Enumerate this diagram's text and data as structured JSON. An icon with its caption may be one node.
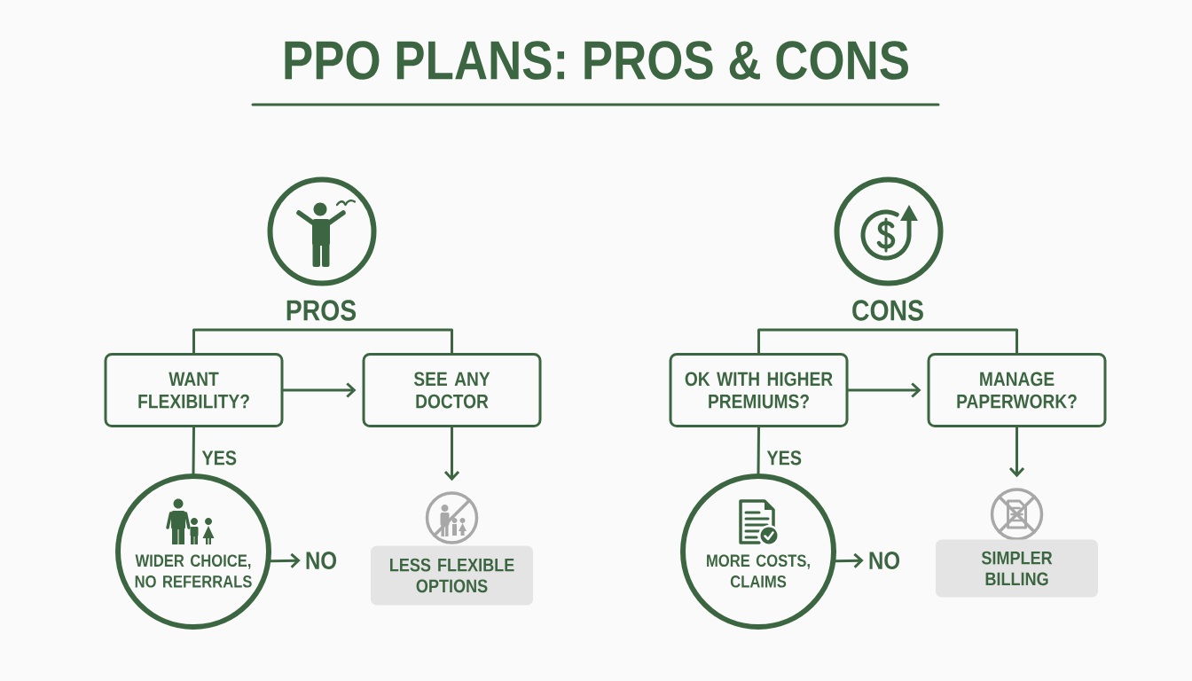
{
  "diagram": {
    "title": "PPO PLANS: PROS & CONS",
    "nodes": [
      {
        "text": [
          "PROS"
        ]
      },
      {
        "text": [
          "WANT FLEXIBILITY?"
        ]
      },
      {
        "text": [
          "SEE ANY DOCTOR"
        ]
      },
      {
        "text": [
          "WIDER CHOICE, NO REFERRALS"
        ]
      },
      {
        "text": [
          "NO"
        ]
      },
      {
        "text": [],
        "shape": "picture"
      },
      {
        "text": [
          "LESS FLEXIBLE OPTIONS"
        ]
      },
      {
        "text": [
          "CONS"
        ]
      },
      {
        "text": [
          "OK WITH HIGHER PREMIUMS?"
        ]
      },
      {
        "text": [
          "MANAGE PAPERWORK?"
        ]
      },
      {
        "text": [
          "MORE COSTS, CLAIMS"
        ]
      },
      {
        "text": [
          "NO"
        ]
      },
      {
        "text": [],
        "shape": "picture"
      },
      {
        "text": [
          "SIMPLER BILLING"
        ]
      }
    ],
    "edges": [
      {
        "from": 1,
        "to": 2,
        "arrow": "none"
      },
      {
        "from": 1,
        "to": 2,
        "arrow": "to"
      },
      {
        "from": 1,
        "to": 3,
        "arrow": "none",
        "label": "YES"
      },
      {
        "from": 3,
        "to": 4,
        "arrow": "to"
      },
      {
        "from": 2,
        "to": 5,
        "arrow": "to"
      },
      {
        "from": 8,
        "to": 9,
        "arrow": "none"
      },
      {
        "from": 8,
        "to": 9,
        "arrow": "to"
      },
      {
        "from": 8,
        "to": 10,
        "arrow": "none",
        "label": "YES"
      },
      {
        "from": 10,
        "to": 11,
        "arrow": "to"
      },
      {
        "from": 9,
        "to": 12,
        "arrow": "to"
      }
    ]
  }
}
